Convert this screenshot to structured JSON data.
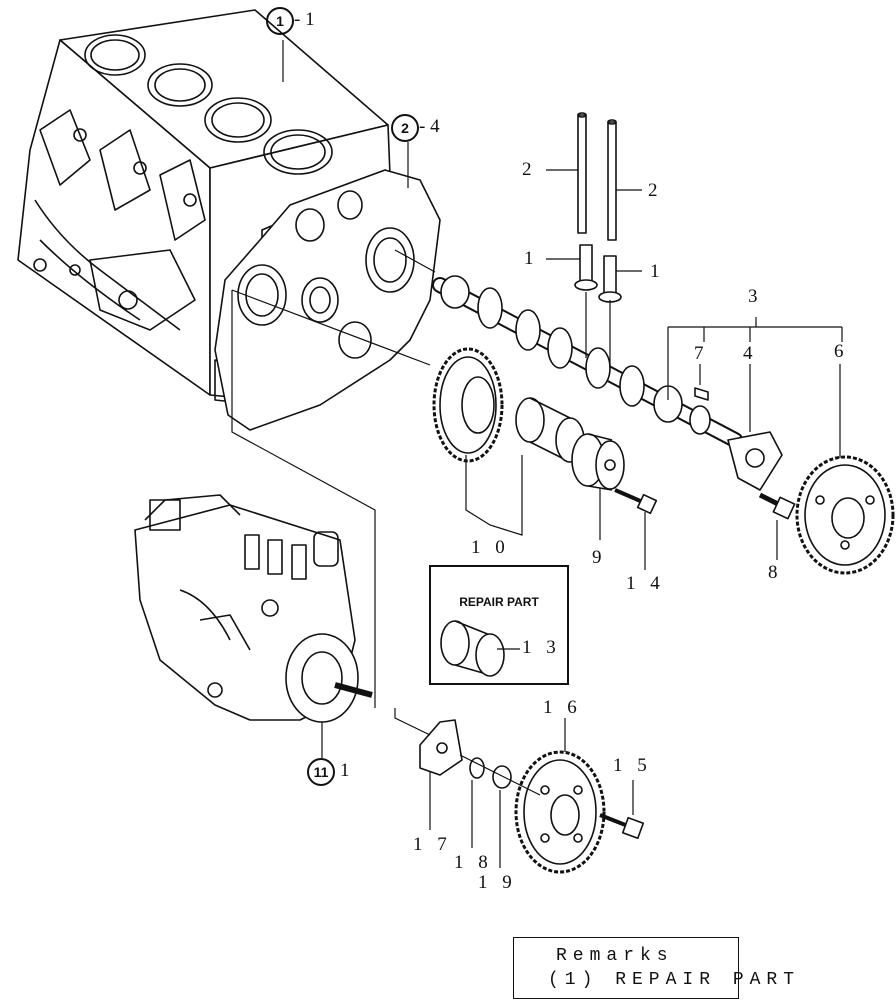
{
  "diagram": {
    "ref_circles": {
      "r1": "1",
      "r2": "2",
      "r11": "11"
    },
    "labels": {
      "block_sub": "- 1",
      "gasket_sub": "- 4",
      "pump_sub": "1",
      "pushrod_left": "2",
      "pushrod_right": "2",
      "tappet_left": "1",
      "tappet_right": "1",
      "cam_set": "3",
      "key": "7",
      "plate": "4",
      "cam_gear": "6",
      "bush_set": "1 0",
      "bush_holder": "9",
      "bolt_14": "1 4",
      "bolt_8": "8",
      "repair_bush": "1 3",
      "gear_16": "1 6",
      "bolt_15": "1 5",
      "flange_17": "1 7",
      "washer_18": "1 8",
      "nut_19": "1 9"
    },
    "repair_box_title": "REPAIR PART"
  },
  "remarks": {
    "line1": "Remarks",
    "line2": "(1) REPAIR PART"
  }
}
